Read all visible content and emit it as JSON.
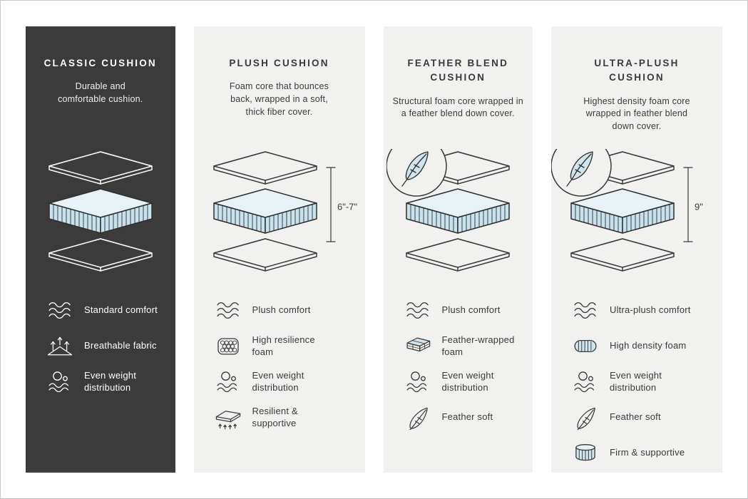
{
  "colors": {
    "dark_card_bg": "#3b3b3b",
    "light_card_bg": "#f1f1ef",
    "foam_fill": "#c9e3ee",
    "foam_top_fill": "#e7f2f7",
    "ink": "#3a3a3a"
  },
  "columns": [
    {
      "id": "classic",
      "title": "CLASSIC CUSHION",
      "description": "Durable and\ncomfortable cushion.",
      "measurement": "",
      "has_feather_badge": false,
      "features": [
        {
          "icon": "wave-icon",
          "label": "Standard comfort"
        },
        {
          "icon": "breathable-icon",
          "label": "Breathable fabric"
        },
        {
          "icon": "weight-distribution-icon",
          "label": "Even weight distribution"
        }
      ]
    },
    {
      "id": "plush",
      "title": "PLUSH CUSHION",
      "description": "Foam core that bounces\nback, wrapped in a soft,\nthick fiber cover.",
      "measurement": "6\"-7\"",
      "has_feather_badge": false,
      "features": [
        {
          "icon": "wave-icon",
          "label": "Plush comfort"
        },
        {
          "icon": "foam-bubbles-icon",
          "label": "High resilience foam"
        },
        {
          "icon": "weight-distribution-icon",
          "label": "Even weight distribution"
        },
        {
          "icon": "spring-icon",
          "label": "Resilient & supportive"
        }
      ]
    },
    {
      "id": "feather-blend",
      "title": "FEATHER BLEND\nCUSHION",
      "description": "Structural foam core wrapped in\na feather blend down cover.",
      "measurement": "",
      "has_feather_badge": true,
      "features": [
        {
          "icon": "wave-icon",
          "label": "Plush comfort"
        },
        {
          "icon": "feather-foam-icon",
          "label": "Feather-wrapped foam"
        },
        {
          "icon": "weight-distribution-icon",
          "label": "Even weight distribution"
        },
        {
          "icon": "feather-icon",
          "label": "Feather soft"
        }
      ]
    },
    {
      "id": "ultra-plush",
      "title": "ULTRA-PLUSH\nCUSHION",
      "description": "Highest density foam core\nwrapped in feather blend\ndown cover.",
      "measurement": "9\"",
      "has_feather_badge": true,
      "features": [
        {
          "icon": "wave-icon",
          "label": "Ultra-plush comfort"
        },
        {
          "icon": "density-icon",
          "label": "High density foam"
        },
        {
          "icon": "weight-distribution-icon",
          "label": "Even weight distribution"
        },
        {
          "icon": "feather-icon",
          "label": "Feather soft"
        },
        {
          "icon": "firm-icon",
          "label": "Firm & supportive"
        }
      ]
    }
  ]
}
